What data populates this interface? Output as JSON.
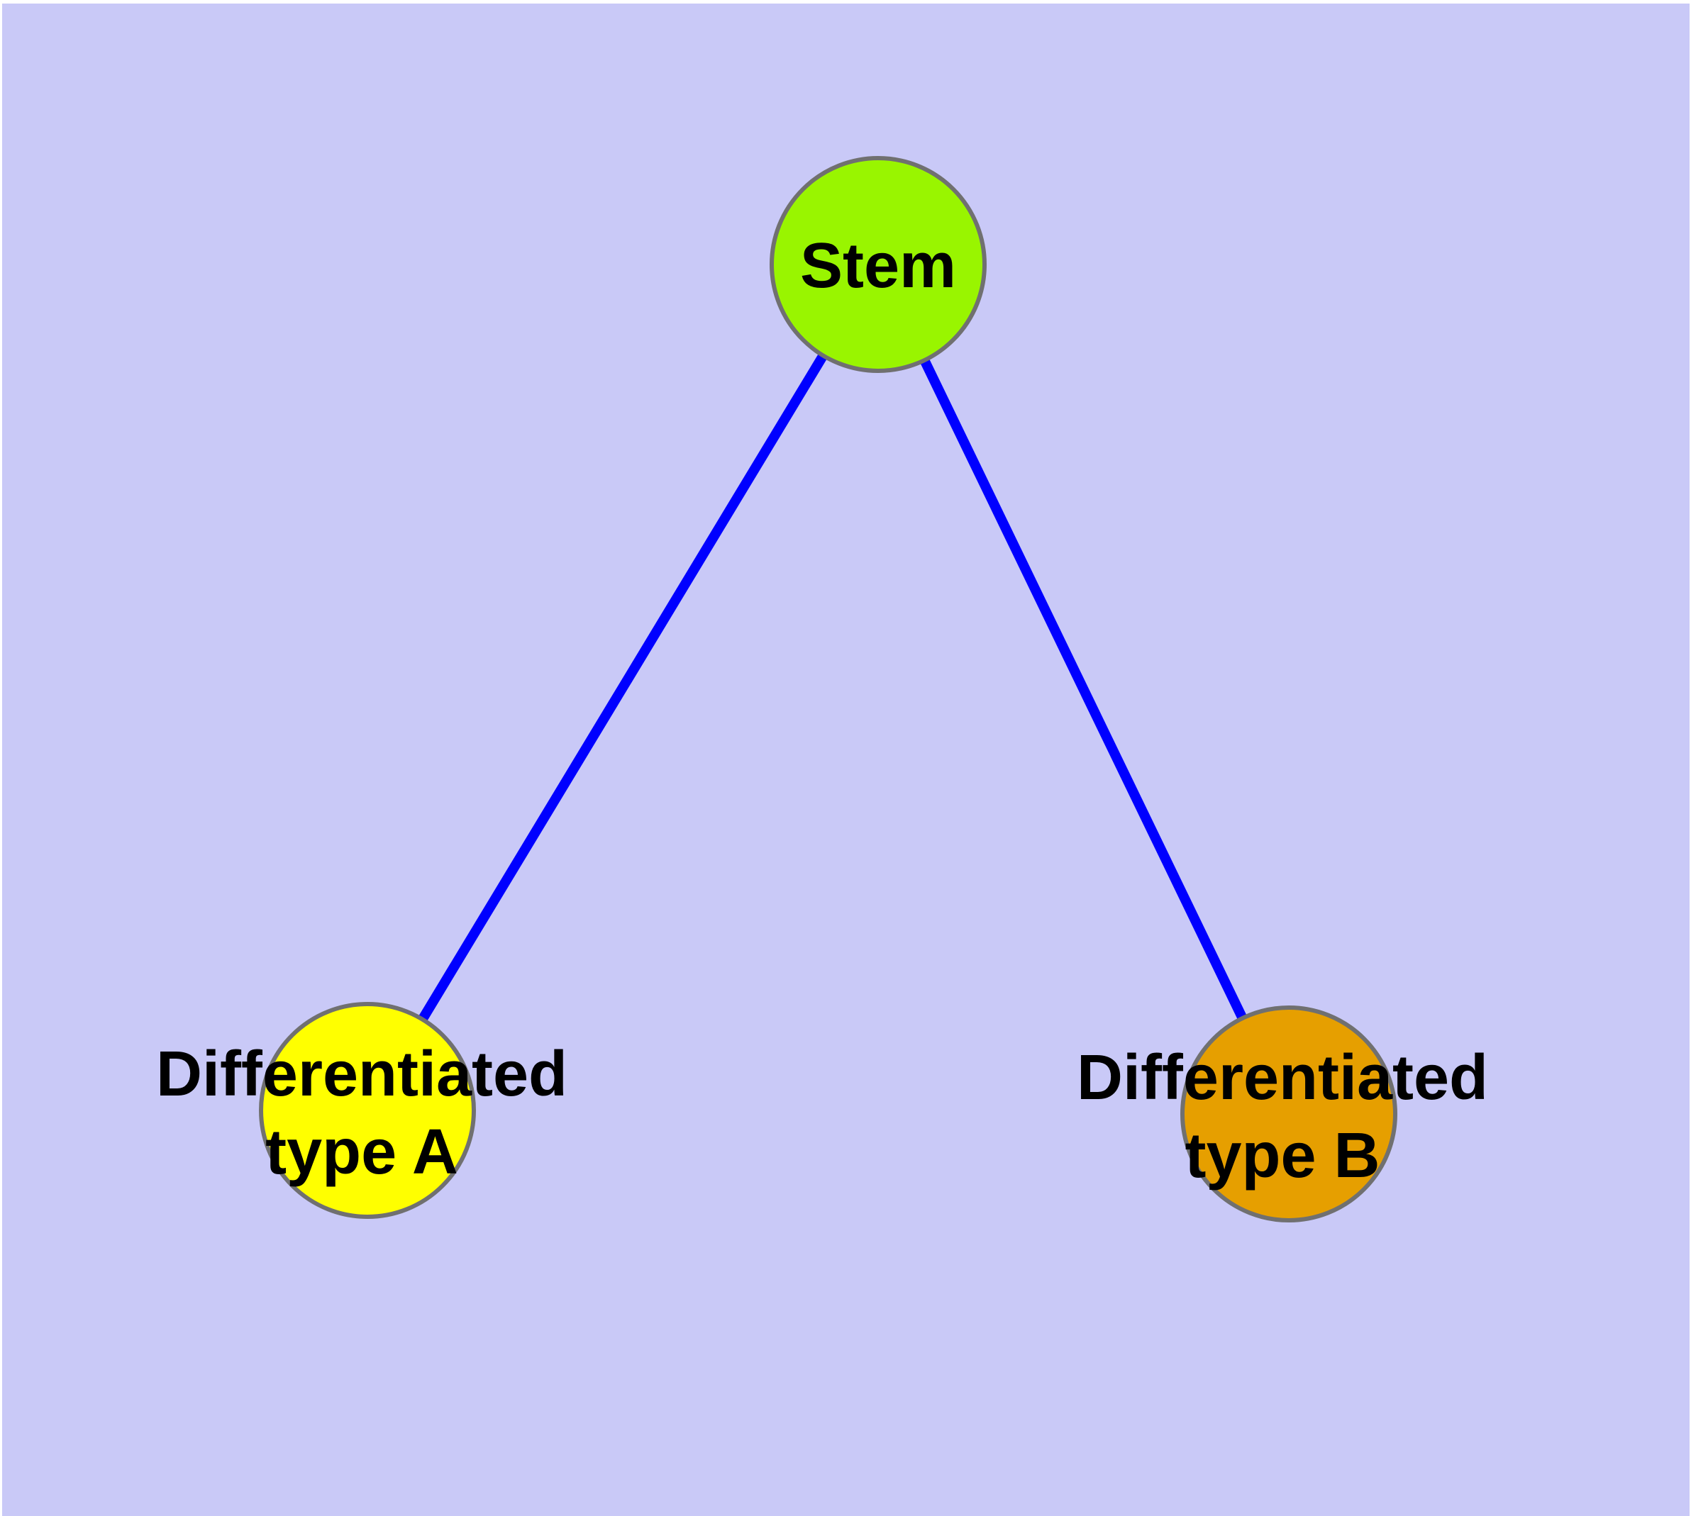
{
  "diagram": {
    "background_color": "#C9C9F7",
    "edge_color": "#0000FF",
    "node_border_color": "#707070",
    "label_color": "#000000",
    "nodes": [
      {
        "id": "stem",
        "lines": [
          "Stem"
        ],
        "fill": "#99F500"
      },
      {
        "id": "differentiated-type-a",
        "lines": [
          "Differentiated",
          "type A"
        ],
        "fill": "#FFFF00"
      },
      {
        "id": "differentiated-type-b",
        "lines": [
          "Differentiated",
          "type B"
        ],
        "fill": "#E69F00"
      }
    ],
    "edges": [
      {
        "from": "stem",
        "to": "differentiated-type-a"
      },
      {
        "from": "stem",
        "to": "differentiated-type-b"
      }
    ]
  }
}
